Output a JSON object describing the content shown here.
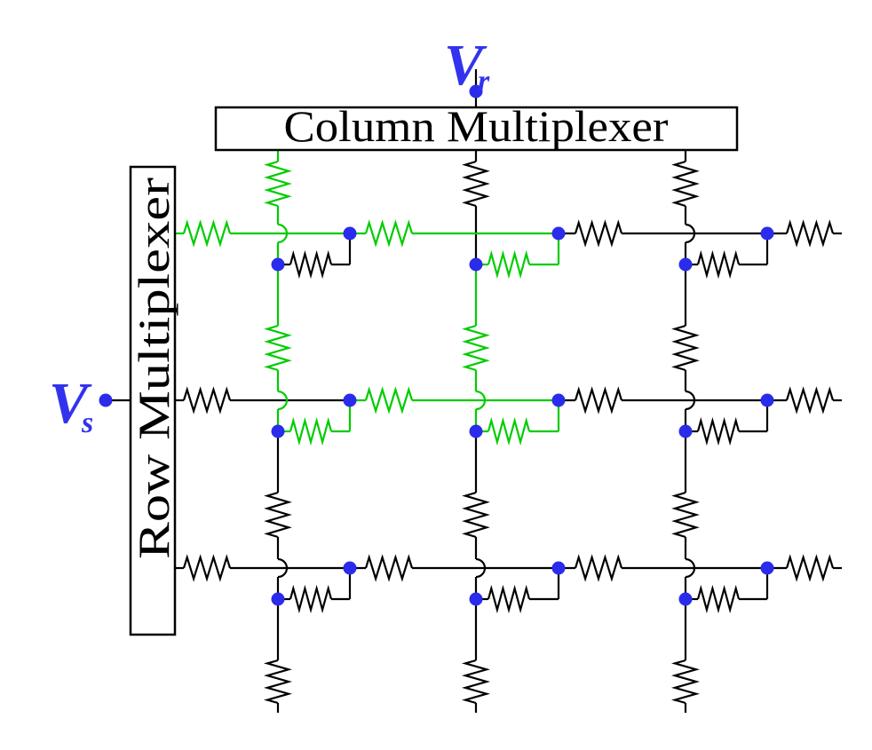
{
  "labels": {
    "column_mux": "Column Multiplexer",
    "row_mux": "Row Multiplexer",
    "v_base": "V",
    "vr_sub": "r",
    "vs_sub": "s"
  },
  "colors": {
    "background": "#FFFFFF",
    "wire": "#000000",
    "highlight_path": "#00CC00",
    "junction_node": "#2B2BEB",
    "terminal_label": "#3333EE",
    "box_border": "#000000",
    "box_fill": "#FFFFFF",
    "mux_text": "#000000"
  },
  "array": {
    "rows": 3,
    "columns": 3,
    "row_zone_colors": [
      [
        "g",
        "g",
        "k",
        "k"
      ],
      [
        "k",
        "g",
        "k",
        "k"
      ],
      [
        "k",
        "k",
        "k",
        "k"
      ]
    ],
    "col_zone_colors": [
      [
        "g",
        "g",
        "k",
        "k"
      ],
      [
        "k",
        "g",
        "k",
        "k"
      ],
      [
        "k",
        "k",
        "k",
        "k"
      ]
    ],
    "cell_resistor_colors": [
      [
        "k",
        "g",
        "k"
      ],
      [
        "g",
        "g",
        "k"
      ],
      [
        "k",
        "k",
        "k"
      ]
    ],
    "crossing_styles_by_column": [
      [
        "arc",
        "arc",
        "arc"
      ],
      [
        "cross",
        "arc",
        "arc"
      ],
      [
        "arc",
        "arc",
        "arc"
      ]
    ]
  }
}
